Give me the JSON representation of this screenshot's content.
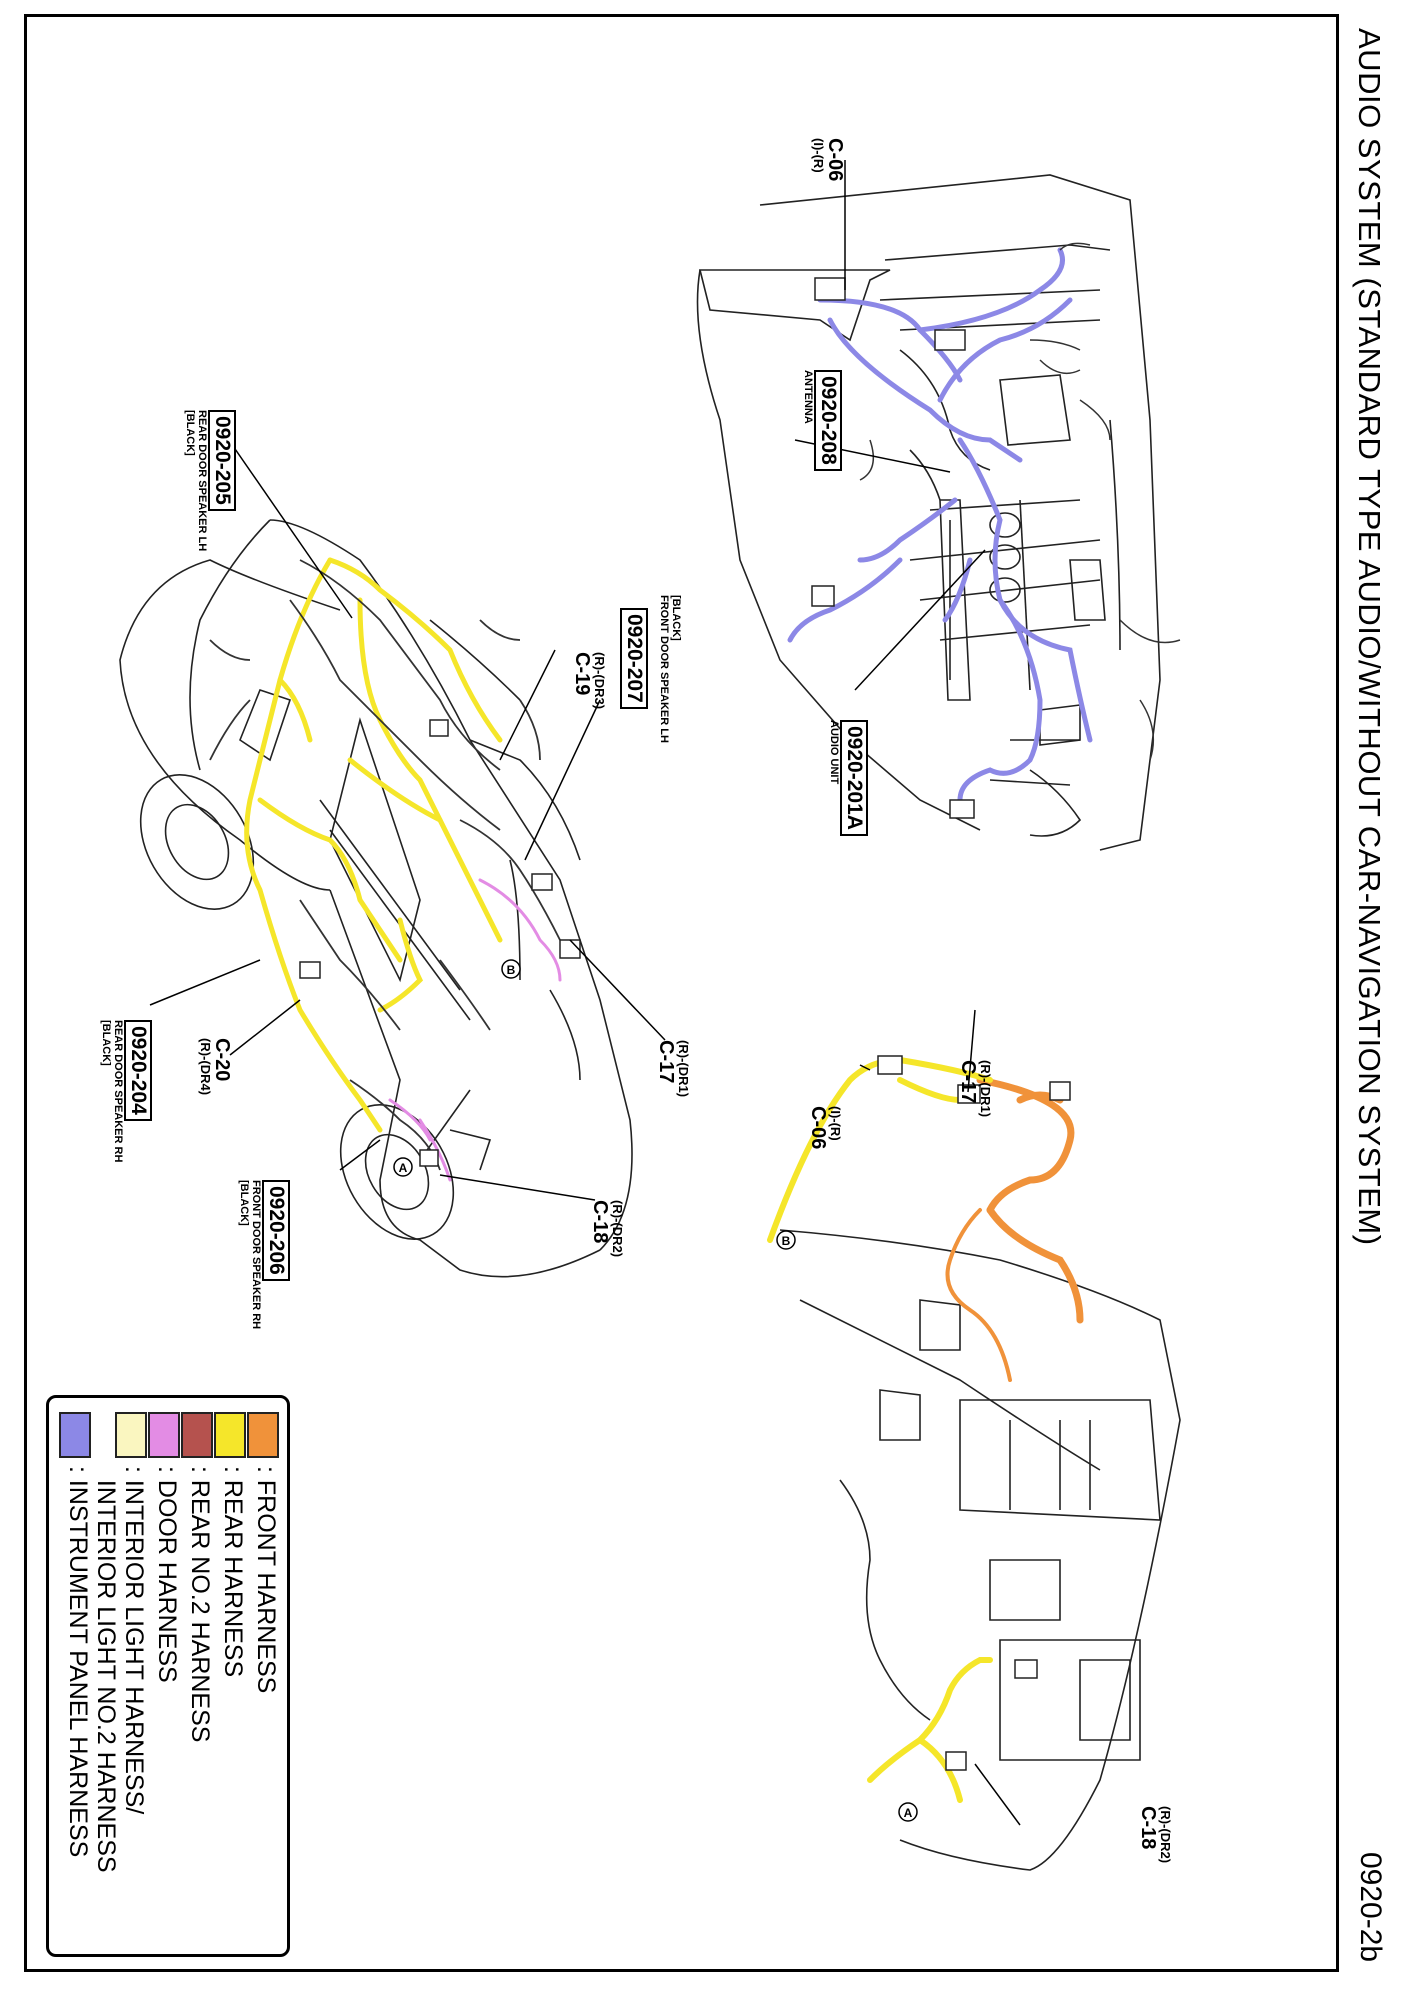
{
  "page": {
    "title": "AUDIO SYSTEM (STANDARD TYPE AUDIO/WITHOUT CAR-NAVIGATION SYSTEM)",
    "page_number": "0920-2b"
  },
  "connectors": {
    "c06_top": {
      "id": "C-06",
      "pin": "(I)-(R)"
    },
    "c17_body": {
      "id": "C-17",
      "pin": "(R)-(DR1)"
    },
    "c18_body": {
      "id": "C-18",
      "pin": "(R)-(DR2)"
    },
    "c19_body": {
      "id": "C-19",
      "pin": "(R)-(DR3)"
    },
    "c20_body": {
      "id": "C-20",
      "pin": "(R)-(DR4)"
    },
    "c17_right": {
      "id": "C-17",
      "pin": "(R)-(DR1)"
    },
    "c06_right": {
      "id": "C-06",
      "pin": "(I)-(R)"
    },
    "c18_right": {
      "id": "C-18",
      "pin": "(R)-(DR2)"
    }
  },
  "components": {
    "antenna": {
      "code": "0920-208",
      "desc": "ANTENNA"
    },
    "audio_unit": {
      "code": "0920-201A",
      "desc": "AUDIO UNIT"
    },
    "rear_lh": {
      "code": "0920-205",
      "desc": "REAR DOOR SPEAKER LH",
      "color": "[BLACK]"
    },
    "front_lh": {
      "code": "0920-207",
      "desc": "FRONT DOOR SPEAKER LH",
      "color": "[BLACK]"
    },
    "rear_rh": {
      "code": "0920-204",
      "desc": "REAR DOOR SPEAKER RH",
      "color": "[BLACK]"
    },
    "front_rh": {
      "code": "0920-206",
      "desc": "FRONT DOOR SPEAKER RH",
      "color": "[BLACK]"
    }
  },
  "markers": {
    "a": "A",
    "b": "B"
  },
  "legend": {
    "items": [
      {
        "label": ": FRONT HARNESS",
        "color": "#F0923A"
      },
      {
        "label": ": REAR HARNESS",
        "color": "#F5E62A"
      },
      {
        "label": ": REAR NO.2 HARNESS",
        "color": "#B5524E"
      },
      {
        "label": ": DOOR HARNESS",
        "color": "#E38CE4"
      },
      {
        "label": ": INTERIOR LIGHT HARNESS/",
        "label2": "  INTERIOR LIGHT NO.2 HARNESS",
        "color": "#FAF6C0"
      },
      {
        "label": ": INSTRUMENT PANEL HARNESS",
        "color": "#8C88E6"
      }
    ]
  }
}
